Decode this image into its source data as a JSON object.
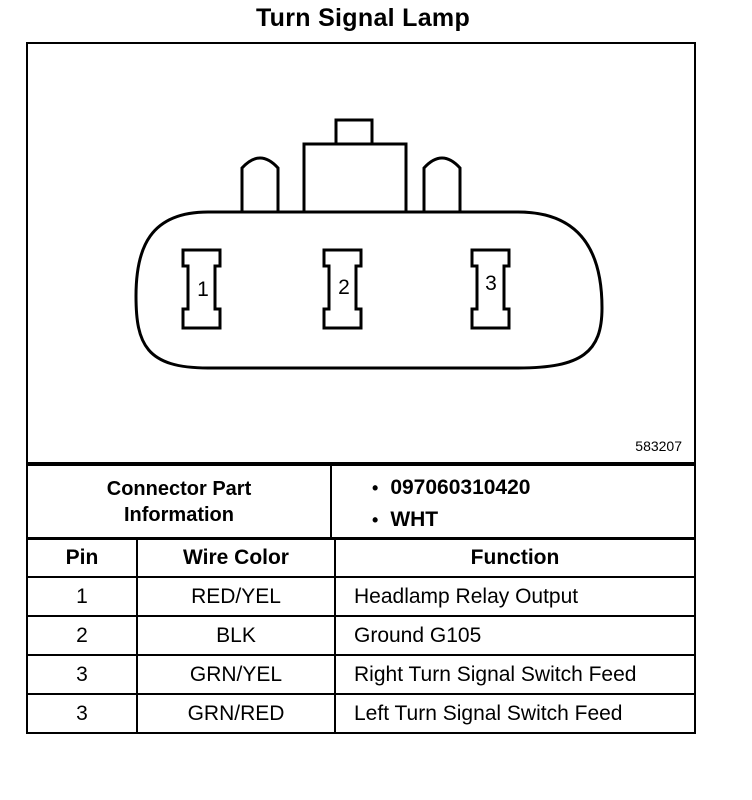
{
  "title": "Turn Signal Lamp",
  "figure_id": "583207",
  "connector": {
    "pins": [
      "1",
      "2",
      "3"
    ]
  },
  "part_info": {
    "label_line1": "Connector Part",
    "label_line2": "Information",
    "part_number": "097060310420",
    "color": "WHT"
  },
  "table": {
    "headers": {
      "pin": "Pin",
      "wire": "Wire Color",
      "function": "Function"
    },
    "rows": [
      {
        "pin": "1",
        "wire": "RED/YEL",
        "function": "Headlamp Relay Output"
      },
      {
        "pin": "2",
        "wire": "BLK",
        "function": "Ground G105"
      },
      {
        "pin": "3",
        "wire": "GRN/YEL",
        "function": "Right Turn Signal Switch Feed"
      },
      {
        "pin": "3",
        "wire": "GRN/RED",
        "function": "Left Turn Signal Switch Feed"
      }
    ]
  }
}
